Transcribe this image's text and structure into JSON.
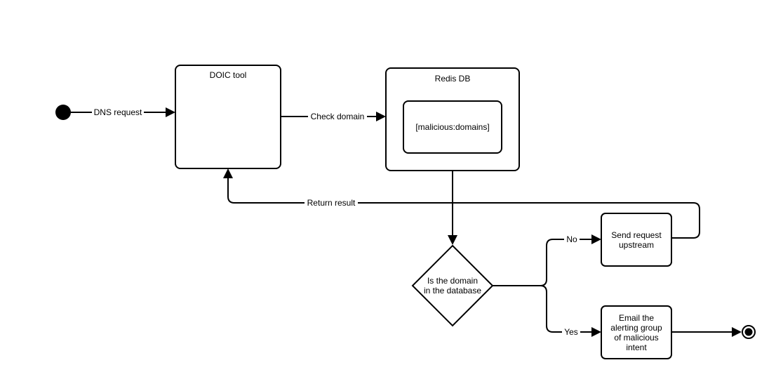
{
  "nodes": {
    "doic_tool": "DOIC tool",
    "redis_db": "Redis DB",
    "malicious_domains": "[malicious:domains]",
    "decision": [
      "Is the domain",
      "in the database"
    ],
    "send_upstream": [
      "Send request",
      "upstream"
    ],
    "email_alert": [
      "Email the",
      "alerting group",
      "of malicious",
      "intent"
    ]
  },
  "edges": {
    "dns_request": "DNS request",
    "check_domain": "Check domain",
    "return_result": "Return result",
    "no": "No",
    "yes": "Yes"
  }
}
